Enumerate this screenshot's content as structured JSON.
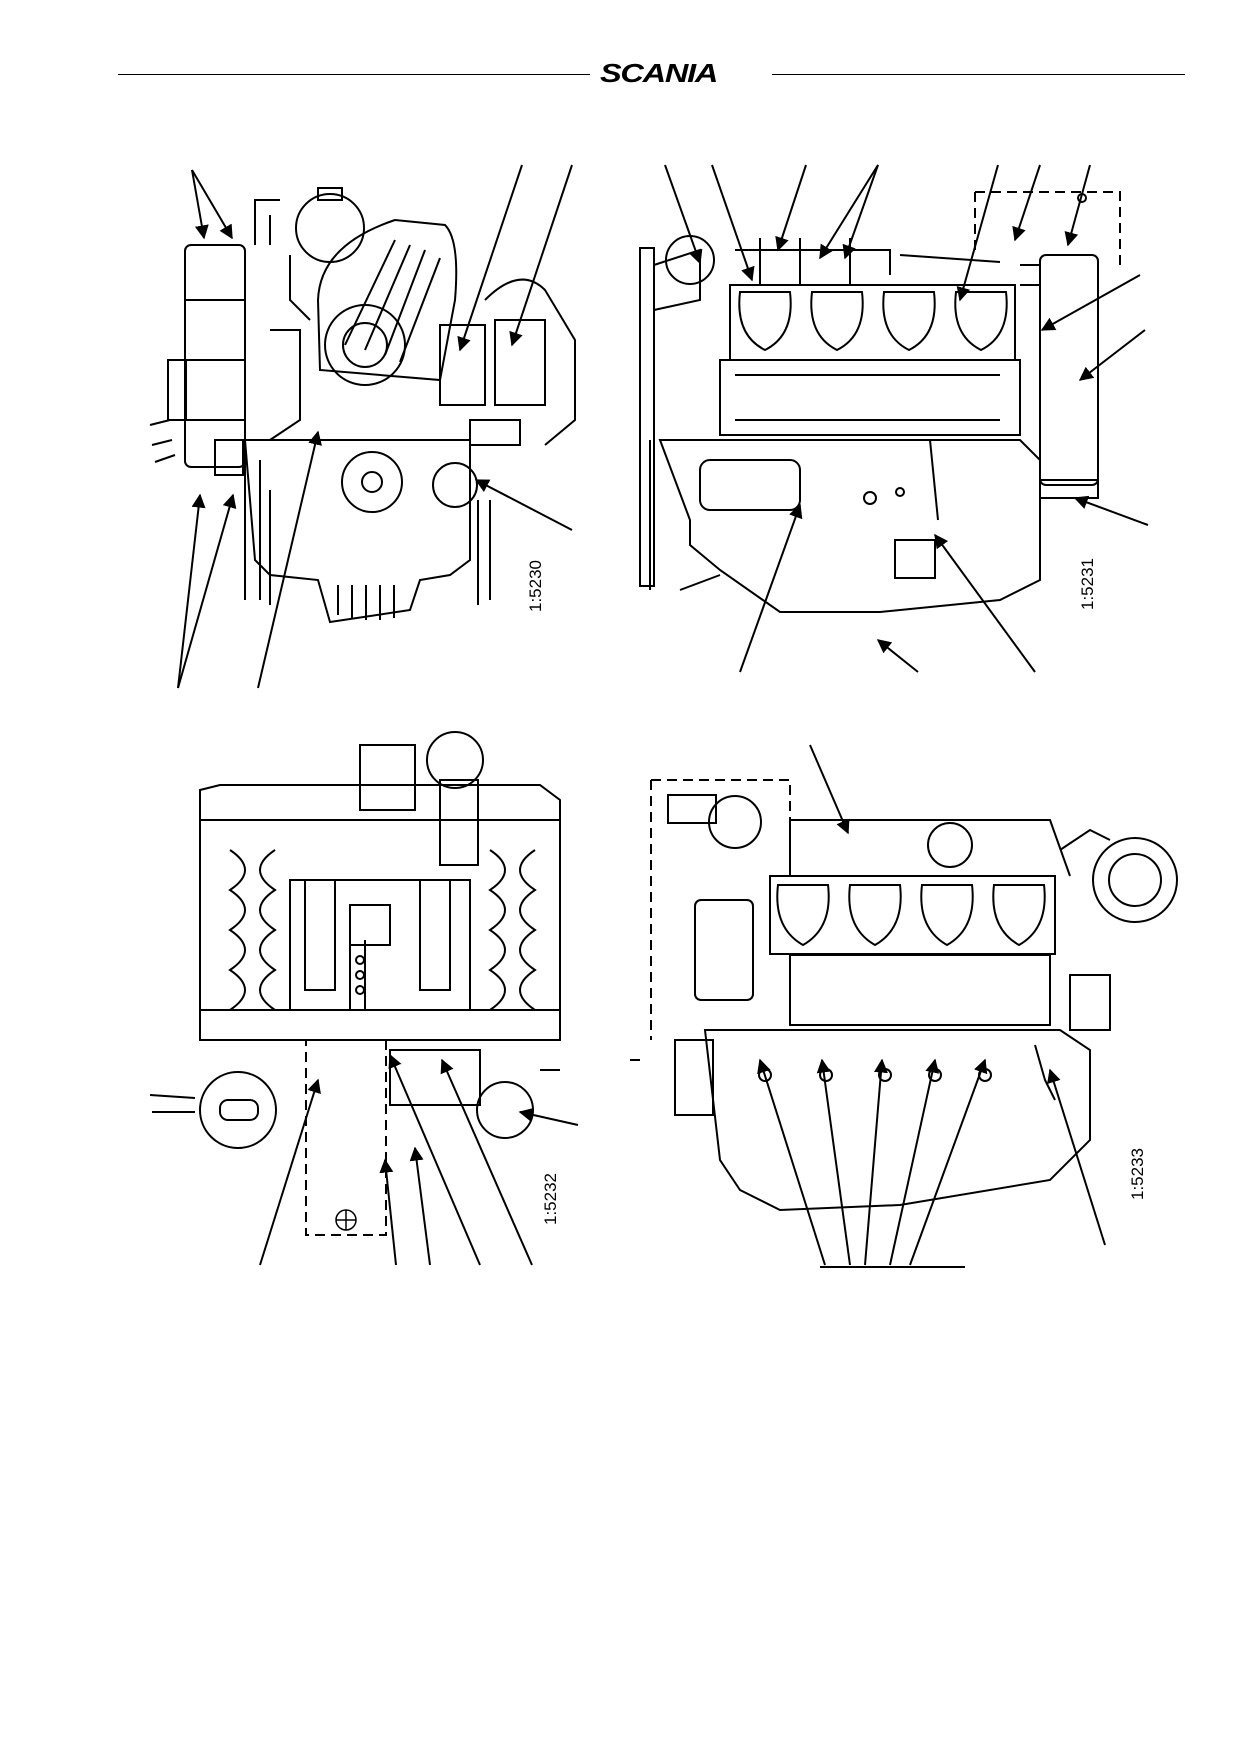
{
  "header": {
    "brand": "SCANIA"
  },
  "figures": [
    {
      "code": "1:5230"
    },
    {
      "code": "1:5231"
    },
    {
      "code": "1:5232"
    },
    {
      "code": "1:5233"
    }
  ],
  "icons": [
    "engine-front-view",
    "engine-left-view",
    "engine-top-view",
    "engine-right-view",
    "leader-arrow",
    "fuel-symbol"
  ]
}
